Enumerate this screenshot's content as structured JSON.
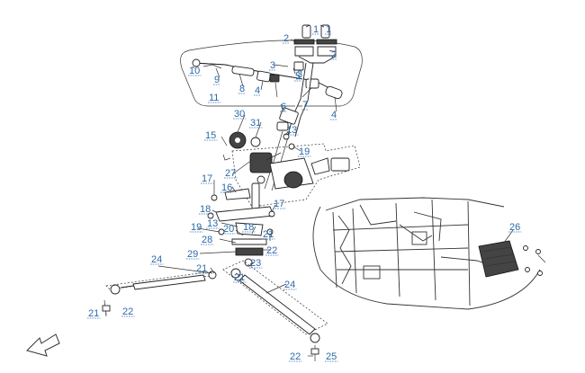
{
  "diagram": {
    "callouts": [
      {
        "text": "1"
      },
      {
        "text": "1"
      },
      {
        "text": "2"
      },
      {
        "text": "2"
      },
      {
        "text": "3"
      },
      {
        "text": "3"
      },
      {
        "text": "4"
      },
      {
        "text": "4"
      },
      {
        "text": "5"
      },
      {
        "text": "6"
      },
      {
        "text": "7"
      },
      {
        "text": "8"
      },
      {
        "text": "9"
      },
      {
        "text": "10"
      },
      {
        "text": "11"
      },
      {
        "text": "30"
      },
      {
        "text": "31"
      },
      {
        "text": "15"
      },
      {
        "text": "13"
      },
      {
        "text": "19"
      },
      {
        "text": "27"
      },
      {
        "text": "17"
      },
      {
        "text": "16"
      },
      {
        "text": "18"
      },
      {
        "text": "17"
      },
      {
        "text": "19"
      },
      {
        "text": "13"
      },
      {
        "text": "20"
      },
      {
        "text": "18"
      },
      {
        "text": "28"
      },
      {
        "text": "21"
      },
      {
        "text": "22"
      },
      {
        "text": "29"
      },
      {
        "text": "23"
      },
      {
        "text": "24"
      },
      {
        "text": "21"
      },
      {
        "text": "24"
      },
      {
        "text": "21"
      },
      {
        "text": "22"
      },
      {
        "text": "21"
      },
      {
        "text": "22"
      },
      {
        "text": "25"
      },
      {
        "text": "26"
      }
    ]
  }
}
